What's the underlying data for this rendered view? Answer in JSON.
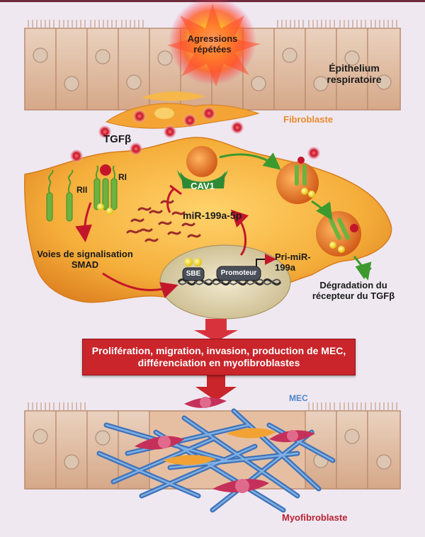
{
  "labels": {
    "aggression_line1": "Agressions",
    "aggression_line2": "répétées",
    "epithelium_line1": "Épithelium",
    "epithelium_line2": "respiratoire",
    "fibroblast": "Fibroblaste",
    "tgfb": "TGFβ",
    "rii": "RII",
    "ri": "RI",
    "cav1": "CAV1",
    "mirna": "miR-199a-5p",
    "smad_line1": "Voies de signalisation",
    "smad_line2": "SMAD",
    "sbe": "SBE",
    "promoter": "Promoteur",
    "pri_line1": "Pri-miR-",
    "pri_line2": "199a",
    "degradation_line1": "Dégradation du",
    "degradation_line2": "récepteur du TGFβ",
    "effects_line1": "Prolifération, migration, invasion, production de MEC,",
    "effects_line2": "différenciation en myofibroblastes",
    "mec": "MEC",
    "myofibroblast": "Myofibroblaste"
  },
  "colors": {
    "background": "#efe8f1",
    "epithelium_cell": "#e8c3a7",
    "fibroblast_body": "#f2a233",
    "nucleus": "#e3d9b4",
    "tgfb_ligand": "#c4162a",
    "receptor": "#6cb33f",
    "effect_box": "#c9252b",
    "ecm_fibers": "#4a7fc1",
    "myofibroblast": "#c5305a",
    "label_orange": "#e98a2c",
    "label_blue": "#4e86c8",
    "label_red": "#b8212f"
  }
}
